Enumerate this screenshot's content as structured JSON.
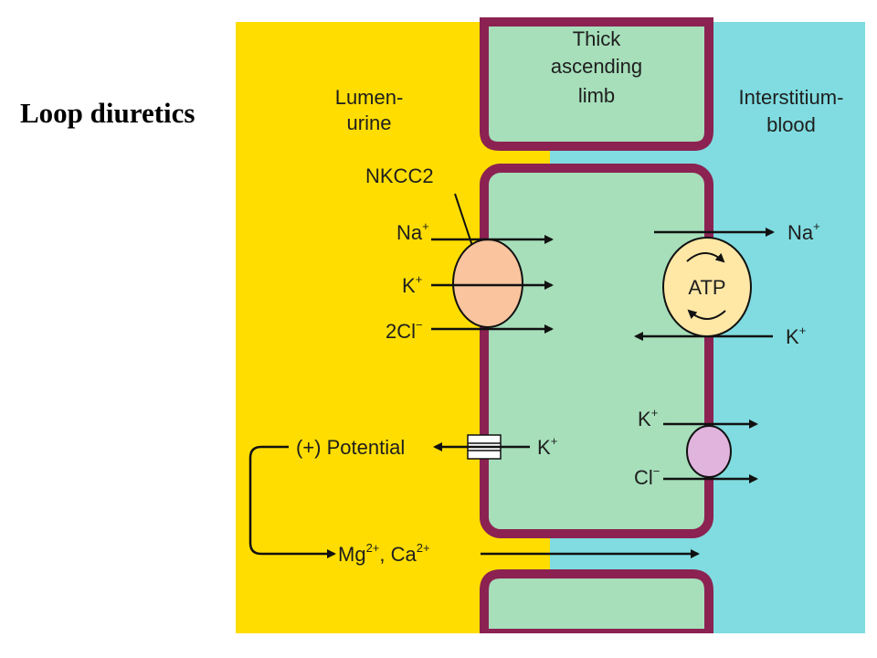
{
  "title": "Loop diuretics",
  "regions": {
    "lumen_line1": "Lumen-",
    "lumen_line2": "urine",
    "limb_line1": "Thick",
    "limb_line2": "ascending",
    "limb_line3": "limb",
    "interstitium_line1": "Interstitium-",
    "interstitium_line2": "blood"
  },
  "transporter": {
    "name": "NKCC2",
    "na": "Na",
    "na_charge": "+",
    "k": "K",
    "k_charge": "+",
    "cl": "2Cl",
    "cl_charge": "−"
  },
  "pump": {
    "label": "ATP",
    "na": "Na",
    "na_charge": "+",
    "k": "K",
    "k_charge": "+"
  },
  "channel": {
    "potential": "(+) Potential",
    "k": "K",
    "k_charge": "+"
  },
  "cotransporter": {
    "k": "K",
    "k_charge": "+",
    "cl": "Cl",
    "cl_charge": "−"
  },
  "paracellular": {
    "mg": "Mg",
    "mg_charge": "2+",
    "separator": ", ",
    "ca": "Ca",
    "ca_charge": "2+"
  },
  "colors": {
    "lumen": "#FFDD00",
    "interstitium": "#80DCE0",
    "cell": "#A6DFBA",
    "membrane": "#8B2252",
    "nkcc2": "#F9C49E",
    "atp": "#FFE7A5",
    "kcl": "#E0B4DD"
  }
}
